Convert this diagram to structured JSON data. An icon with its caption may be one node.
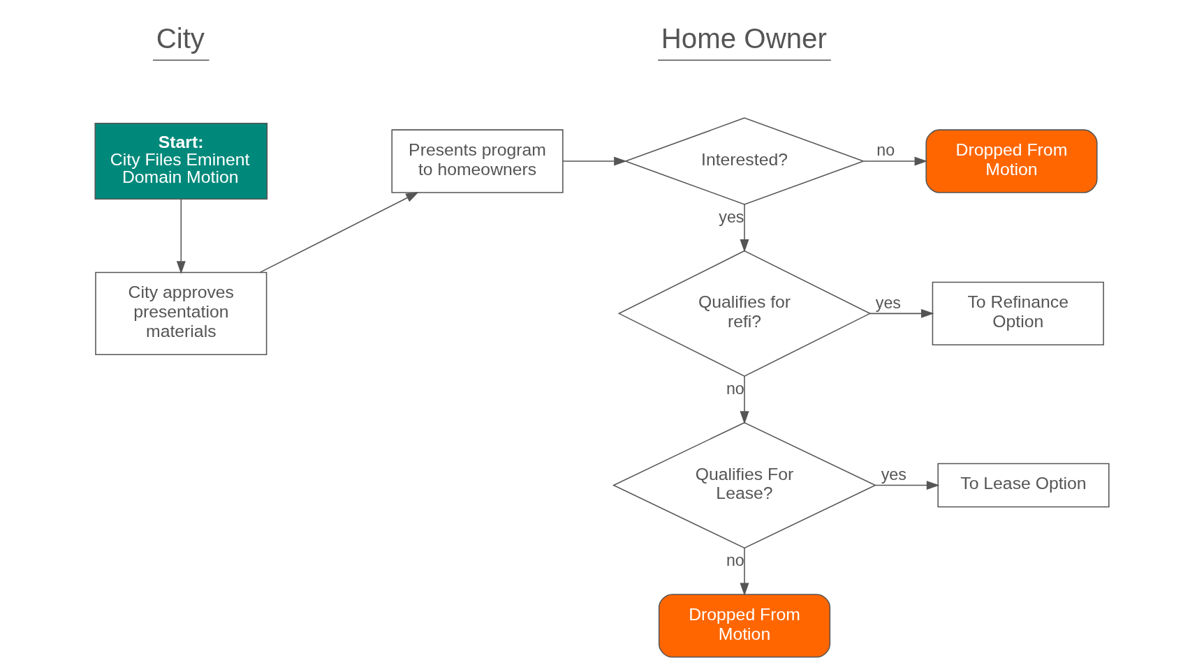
{
  "diagram": {
    "nodes": [
      {
        "text": [
          "Start:",
          "City Files Eminent Domain Motion"
        ]
      },
      {
        "text": [
          "City approves presentation materials"
        ]
      },
      {
        "text": [
          "Presents program to homeowners"
        ]
      },
      {
        "text": [
          "Interested?"
        ]
      },
      {
        "text": [
          "Dropped From Motion"
        ]
      },
      {
        "text": [
          "Qualifies for refi?"
        ]
      },
      {
        "text": [
          "To Refinance Option"
        ]
      },
      {
        "text": [
          "Qualifies For Lease?"
        ]
      },
      {
        "text": [
          "To Lease Option"
        ]
      },
      {
        "text": [
          "Dropped From Motion"
        ]
      }
    ],
    "edges": [
      {
        "from": 0,
        "to": 1,
        "arrow": "to"
      },
      {
        "from": 1,
        "to": 2,
        "arrow": "to"
      },
      {
        "from": 2,
        "to": 3,
        "arrow": "to"
      },
      {
        "from": 3,
        "to": 4,
        "label": "no",
        "arrow": "to"
      },
      {
        "from": 3,
        "to": 5,
        "label": "yes",
        "arrow": "to"
      },
      {
        "from": 5,
        "to": 6,
        "label": "yes",
        "arrow": "to"
      },
      {
        "from": 5,
        "to": 7,
        "label": "no",
        "arrow": "to"
      },
      {
        "from": 7,
        "to": 8,
        "label": "yes",
        "arrow": "to"
      },
      {
        "from": 7,
        "to": 9,
        "label": "no",
        "arrow": "to"
      }
    ],
    "labels": [
      "City",
      "Home Owner"
    ]
  }
}
